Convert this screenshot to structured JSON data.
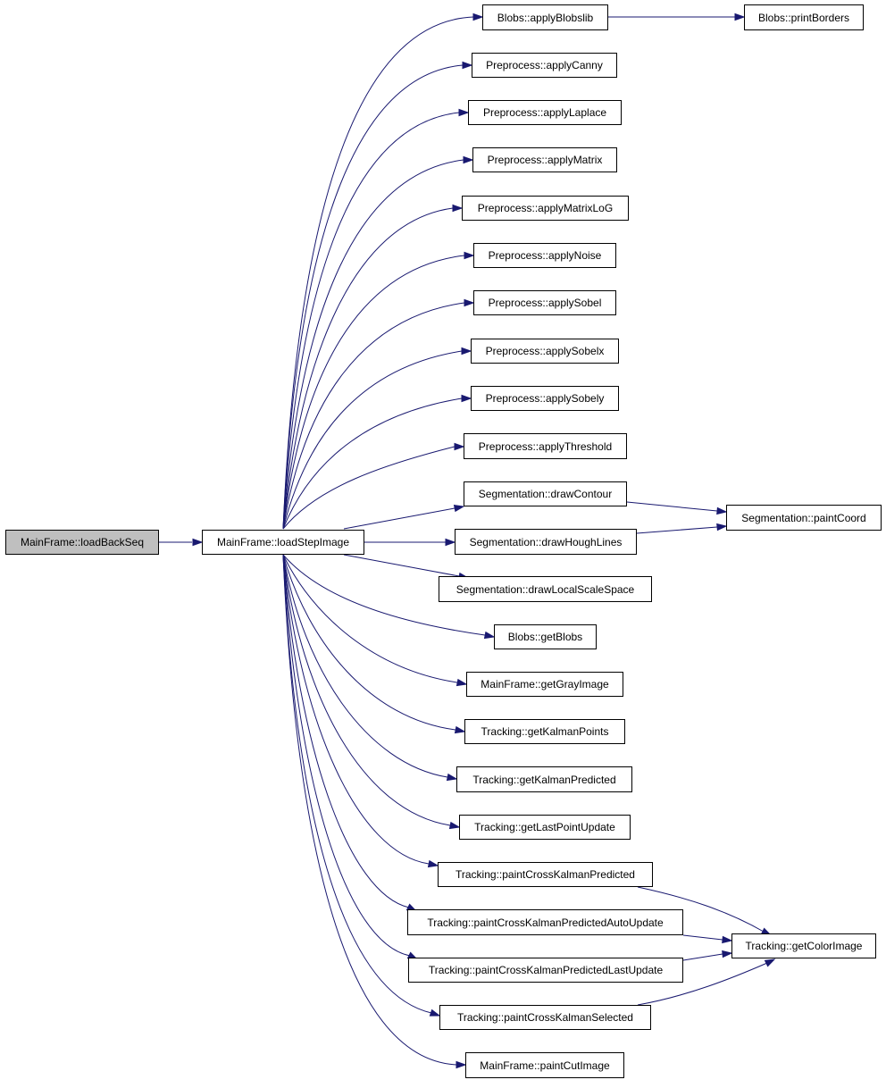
{
  "graph": {
    "root_node": "MainFrame::loadBackSeq",
    "main_node": "MainFrame::loadStepImage",
    "nodes": {
      "blobs_apply": "Blobs::applyBlobslib",
      "blobs_print": "Blobs::printBorders",
      "canny": "Preprocess::applyCanny",
      "laplace": "Preprocess::applyLaplace",
      "matrix": "Preprocess::applyMatrix",
      "matrixlog": "Preprocess::applyMatrixLoG",
      "noise": "Preprocess::applyNoise",
      "sobel": "Preprocess::applySobel",
      "sobelx": "Preprocess::applySobelx",
      "sobely": "Preprocess::applySobely",
      "threshold": "Preprocess::applyThreshold",
      "drawcontour": "Segmentation::drawContour",
      "paintcoord": "Segmentation::paintCoord",
      "houghlines": "Segmentation::drawHoughLines",
      "localscale": "Segmentation::drawLocalScaleSpace",
      "getblobs": "Blobs::getBlobs",
      "grayimage": "MainFrame::getGrayImage",
      "kalmanpoints": "Tracking::getKalmanPoints",
      "kalmanpredicted": "Tracking::getKalmanPredicted",
      "lastpointupdate": "Tracking::getLastPointUpdate",
      "crosspredicted": "Tracking::paintCrossKalmanPredicted",
      "crossauto": "Tracking::paintCrossKalmanPredictedAutoUpdate",
      "colorimage": "Tracking::getColorImage",
      "crosslast": "Tracking::paintCrossKalmanPredictedLastUpdate",
      "crossselected": "Tracking::paintCrossKalmanSelected",
      "cutimage": "MainFrame::paintCutImage"
    }
  },
  "colors": {
    "edge": "#191970",
    "root_fill": "#bfbfbf",
    "node_fill": "#ffffff",
    "node_border": "#000000"
  }
}
